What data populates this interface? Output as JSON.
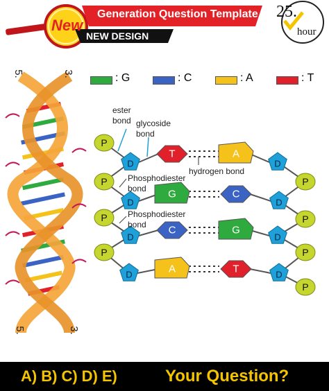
{
  "header": {
    "badge": "New",
    "title": "Generation Question Template",
    "subtitle": "NEW DESIGN",
    "timer_value": "25.",
    "timer_unit": "hour"
  },
  "strand_ends": {
    "top_left": "5.",
    "top_right": "3.",
    "bottom_left": "5.",
    "bottom_right": "3."
  },
  "legend": [
    {
      "label": ": G",
      "color": "#2eaa3f"
    },
    {
      "label": ": C",
      "color": "#3b63c4"
    },
    {
      "label": ": A",
      "color": "#f5c21b"
    },
    {
      "label": ": T",
      "color": "#e0202a"
    }
  ],
  "annotations": {
    "ester_bond": "ester\nbond",
    "glycoside_bond": "glycoside\nbond",
    "hydrogen_bond": "hydrogen bond",
    "phosphodiester_1": "Phosphodiester\nbond",
    "phosphodiester_2": "Phosphodiester\nbond"
  },
  "nodes": {
    "phosphate": "P",
    "deoxyribose": "D"
  },
  "rows": [
    {
      "left_base": "T",
      "left_color": "#e0202a",
      "right_base": "A",
      "right_color": "#f5c21b",
      "left_shape": "hexagon",
      "right_shape": "pentagon"
    },
    {
      "left_base": "G",
      "left_color": "#2eaa3f",
      "right_base": "C",
      "right_color": "#3b63c4",
      "left_shape": "pentagon",
      "right_shape": "hexagon"
    },
    {
      "left_base": "C",
      "left_color": "#3b63c4",
      "right_base": "G",
      "right_color": "#2eaa3f",
      "left_shape": "hexagon",
      "right_shape": "pentagon"
    },
    {
      "left_base": "A",
      "left_color": "#f5c21b",
      "right_base": "T",
      "right_color": "#e0202a",
      "left_shape": "pentagon",
      "right_shape": "hexagon"
    }
  ],
  "colors": {
    "phosphate": "#c5d62e",
    "deoxyribose": "#1fa0d8",
    "backbone": "#f4a53a",
    "footer_bg": "#000000",
    "footer_text": "#f5c400",
    "badge_red": "#e32227"
  },
  "footer": {
    "choices": [
      "A)",
      "B)",
      "C)",
      "D)",
      "E)"
    ],
    "question": "Your Question?"
  }
}
